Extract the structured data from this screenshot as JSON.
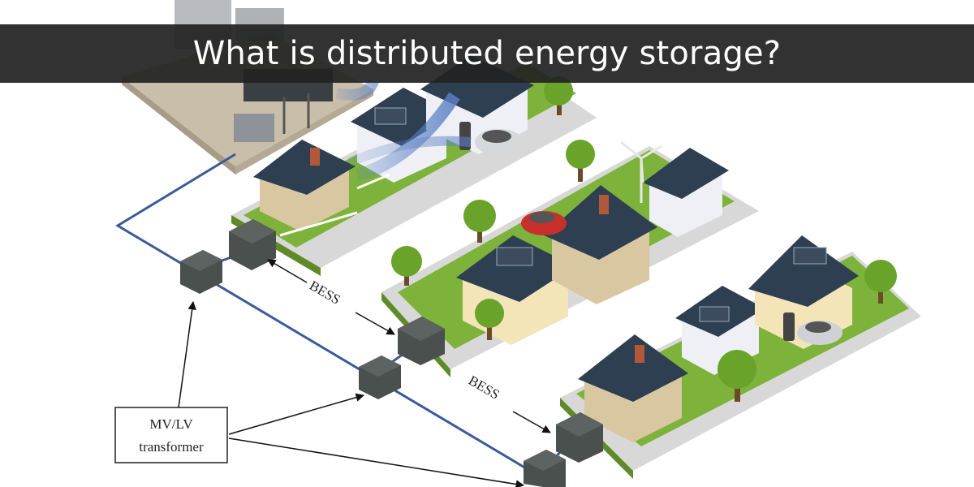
{
  "banner": {
    "title": "What is distributed energy storage?"
  },
  "labels": {
    "bess_upper": "BESS",
    "bess_lower": "BESS",
    "transformer_line1": "MV/LV",
    "transformer_line2": "transformer"
  },
  "colors": {
    "banner_bg": "#222222",
    "grid_line": "#3a5a99",
    "lawn": "#7db33a",
    "sidewalk": "#d8d8d8",
    "roof": "#2f3f52",
    "box": "#4a504d",
    "tree": "#6aa32a",
    "substation": "#c9bea9"
  },
  "icons": [
    "house-icon",
    "tree-icon",
    "car-icon",
    "wind-turbine-icon",
    "battery-storage-icon",
    "transformer-icon",
    "substation-icon",
    "ev-charger-icon"
  ]
}
